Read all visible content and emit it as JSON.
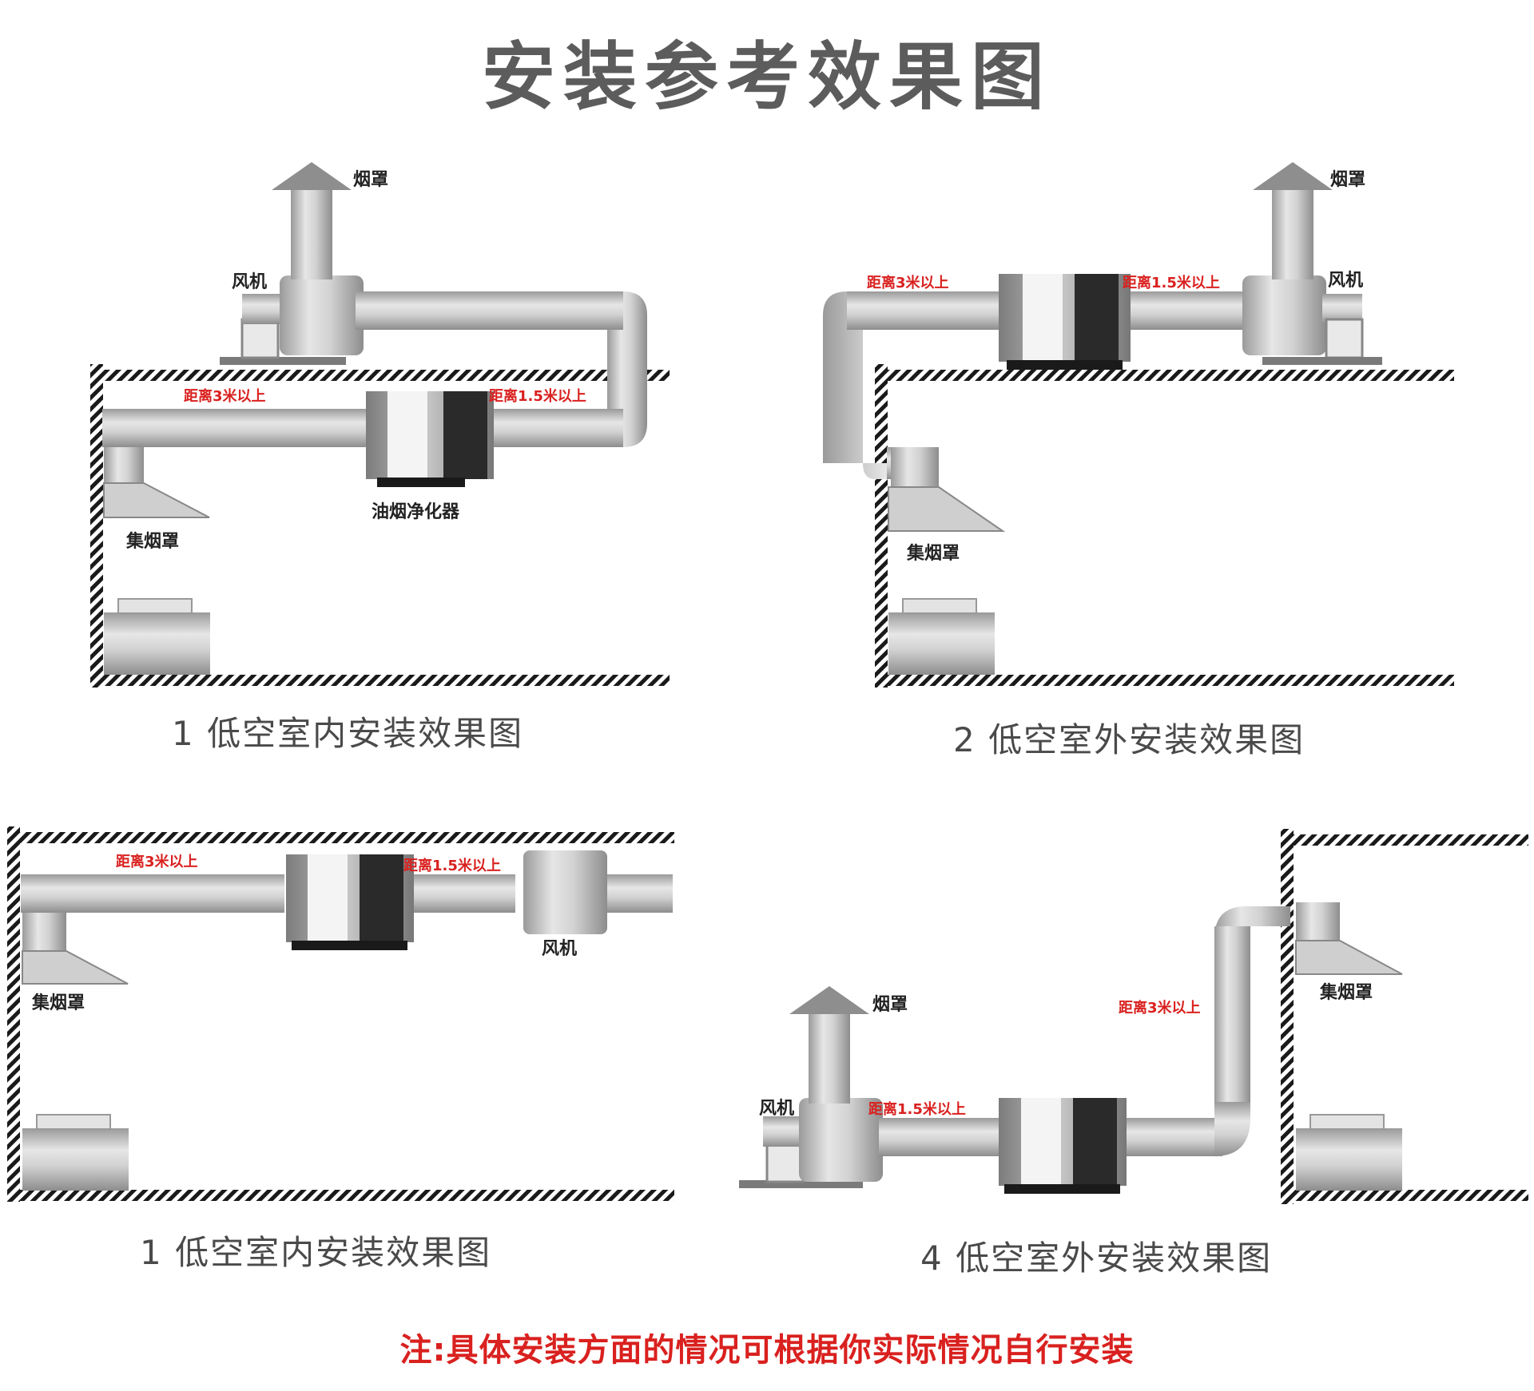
{
  "title": "安装参考效果图",
  "note": "注:具体安装方面的情况可根据你实际情况自行安装",
  "labels": {
    "hood": "烟罩",
    "fan": "风机",
    "collector": "集烟罩",
    "purifier": "油烟净化器",
    "dist3": "距离3米以上",
    "dist15": "距离1.5米以上"
  },
  "diagrams": [
    {
      "caption": "1 低空室内安装效果图"
    },
    {
      "caption": "2 低空室外安装效果图"
    },
    {
      "caption": "1 低空室内安装效果图"
    },
    {
      "caption": "4 低空室外安装效果图"
    }
  ],
  "colors": {
    "accent": "#d9211f",
    "duct": "#c9c9c9",
    "ink": "#222222"
  }
}
